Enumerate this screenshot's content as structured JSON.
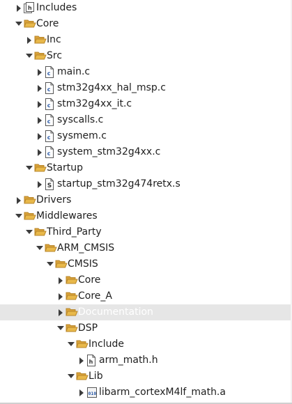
{
  "tree": [
    {
      "label": "Includes",
      "depth": 0,
      "icon": "includes-icon",
      "expanded": false,
      "selected": false
    },
    {
      "label": "Core",
      "depth": 0,
      "icon": "folder-open-icon",
      "expanded": true,
      "selected": false
    },
    {
      "label": "Inc",
      "depth": 1,
      "icon": "folder-open-icon",
      "expanded": false,
      "selected": false
    },
    {
      "label": "Src",
      "depth": 1,
      "icon": "folder-open-icon",
      "expanded": true,
      "selected": false
    },
    {
      "label": "main.c",
      "depth": 2,
      "icon": "c-file-icon",
      "expanded": false,
      "selected": false
    },
    {
      "label": "stm32g4xx_hal_msp.c",
      "depth": 2,
      "icon": "c-file-icon",
      "expanded": false,
      "selected": false
    },
    {
      "label": "stm32g4xx_it.c",
      "depth": 2,
      "icon": "c-file-icon",
      "expanded": false,
      "selected": false
    },
    {
      "label": "syscalls.c",
      "depth": 2,
      "icon": "c-file-icon",
      "expanded": false,
      "selected": false
    },
    {
      "label": "sysmem.c",
      "depth": 2,
      "icon": "c-file-icon",
      "expanded": false,
      "selected": false
    },
    {
      "label": "system_stm32g4xx.c",
      "depth": 2,
      "icon": "c-file-icon",
      "expanded": false,
      "selected": false
    },
    {
      "label": "Startup",
      "depth": 1,
      "icon": "folder-open-icon",
      "expanded": true,
      "selected": false
    },
    {
      "label": "startup_stm32g474retx.s",
      "depth": 2,
      "icon": "s-file-icon",
      "expanded": false,
      "selected": false
    },
    {
      "label": "Drivers",
      "depth": 0,
      "icon": "folder-open-icon",
      "expanded": false,
      "selected": false
    },
    {
      "label": "Middlewares",
      "depth": 0,
      "icon": "folder-open-icon",
      "expanded": true,
      "selected": false
    },
    {
      "label": "Third_Party",
      "depth": 1,
      "icon": "folder-open-icon",
      "expanded": true,
      "selected": false
    },
    {
      "label": "ARM_CMSIS",
      "depth": 2,
      "icon": "folder-open-icon",
      "expanded": true,
      "selected": false
    },
    {
      "label": "CMSIS",
      "depth": 3,
      "icon": "folder-open-icon",
      "expanded": true,
      "selected": false
    },
    {
      "label": "Core",
      "depth": 4,
      "icon": "folder-open-icon",
      "expanded": false,
      "selected": false
    },
    {
      "label": "Core_A",
      "depth": 4,
      "icon": "folder-open-icon",
      "expanded": false,
      "selected": false
    },
    {
      "label": "Documentation",
      "depth": 4,
      "icon": "folder-open-icon",
      "expanded": false,
      "selected": true
    },
    {
      "label": "DSP",
      "depth": 4,
      "icon": "folder-open-icon",
      "expanded": true,
      "selected": false
    },
    {
      "label": "Include",
      "depth": 5,
      "icon": "folder-open-icon",
      "expanded": true,
      "selected": false
    },
    {
      "label": "arm_math.h",
      "depth": 6,
      "icon": "h-file-icon",
      "expanded": false,
      "selected": false
    },
    {
      "label": "Lib",
      "depth": 5,
      "icon": "folder-open-icon",
      "expanded": true,
      "selected": false
    },
    {
      "label": "libarm_cortexM4lf_math.a",
      "depth": 6,
      "icon": "archive-file-icon",
      "expanded": false,
      "selected": false
    }
  ],
  "colors": {
    "folder": "#e8b84a",
    "folder_edge": "#b8862a",
    "selection": "#e6e6e6",
    "twisty": "#3c3c3c",
    "text": "#1e1e1e"
  }
}
